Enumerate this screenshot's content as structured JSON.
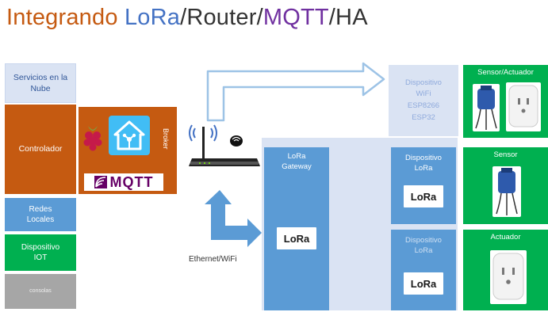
{
  "title": {
    "part1": "Integrando ",
    "part2": "LoRa",
    "part3": "/Router/",
    "part4": "MQTT",
    "part5": "/HA"
  },
  "left_column": {
    "cloud": "Servicios en la Nube",
    "controller": "Controlador",
    "local_networks": "Redes Locales",
    "iot_device": "Dispositivo IOT",
    "bottom_box": "consolas"
  },
  "broker": {
    "label": "Broker",
    "mqtt_logo": "MQTT"
  },
  "wifi_device": {
    "line1": "Dispositivo",
    "line2": "WiFi",
    "line3": "ESP8266",
    "line4": "ESP32"
  },
  "gateway": {
    "line1": "LoRa",
    "line2": "Gateway"
  },
  "lora_device_1": {
    "line1": "Dispositivo",
    "line2": "LoRa"
  },
  "lora_device_2": {
    "line1": "Dispositivo",
    "line2": "LoRa"
  },
  "lora_logo_text": "LoRa",
  "green_boxes": {
    "sensor_actuator": "Sensor/Actuador",
    "sensor": "Sensor",
    "actuator": "Actuador"
  },
  "connection_label": "Ethernet/WiFi",
  "colors": {
    "orange": "#C55A11",
    "blue": "#5B9BD5",
    "light_blue": "#DAE3F3",
    "green": "#00B050",
    "purple": "#7030A0",
    "grey": "#A6A6A6"
  }
}
